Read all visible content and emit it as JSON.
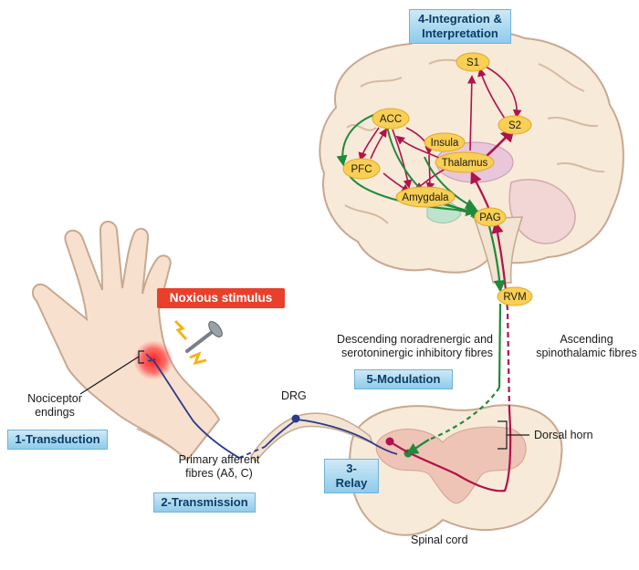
{
  "stages": {
    "integration": [
      "4-Integration &",
      "Interpretation"
    ],
    "transduction": "1-Transduction",
    "transmission": "2-Transmission",
    "relay": "3-Relay",
    "modulation": "5-Modulation"
  },
  "stimulus": "Noxious stimulus",
  "brain_regions": {
    "s1": "S1",
    "s2": "S2",
    "acc": "ACC",
    "insula": "Insula",
    "thalamus": "Thalamus",
    "pfc": "PFC",
    "amygdala": "Amygdala",
    "pag": "PAG",
    "rvm": "RVM"
  },
  "labels": {
    "nociceptor": [
      "Nociceptor",
      "endings"
    ],
    "primary_afferent": [
      "Primary afferent",
      "fibres (Aδ, C)"
    ],
    "drg": "DRG",
    "dorsal_horn": "Dorsal horn",
    "spinal_cord": "Spinal cord",
    "descending": [
      "Descending noradrenergic and",
      "serotoninergic inhibitory fibres"
    ],
    "ascending": [
      "Ascending",
      "spinothalamic fibres"
    ]
  },
  "colors": {
    "ascending": "#b0124a",
    "descending": "#1f8a3a",
    "region_fill": "#f9cf55",
    "stage_box": "#8fcbea",
    "stimulus": "#e8402a"
  }
}
